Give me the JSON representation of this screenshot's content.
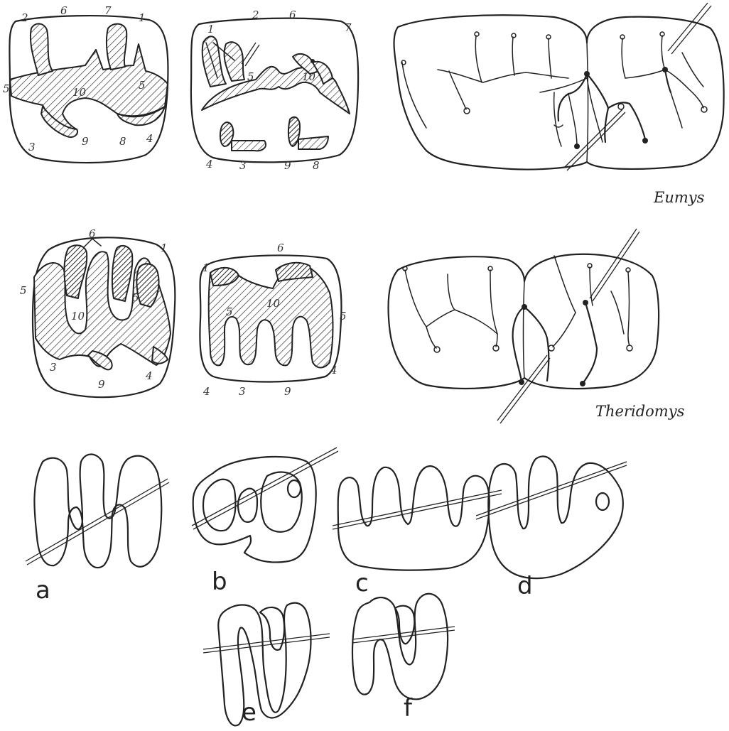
{
  "colors": {
    "ink": "#222222",
    "paper": "#ffffff"
  },
  "labels": {
    "eumys": "Eumys",
    "theridomys": "Theridomys"
  },
  "eumys_upper": [
    "2",
    "6",
    "7",
    "1",
    "5",
    "5",
    "10",
    "3",
    "9",
    "8",
    "4"
  ],
  "eumys_lower": [
    "1",
    "2",
    "6",
    "7",
    "5",
    "10",
    "4",
    "3",
    "9",
    "8"
  ],
  "therid_upper": [
    "6",
    "1",
    "5",
    "10",
    "5",
    "3",
    "9",
    "4"
  ],
  "therid_lower": [
    "1",
    "6",
    "10",
    "5",
    "5",
    "4",
    "4",
    "3",
    "9"
  ],
  "patterns": [
    "a",
    "b",
    "c",
    "d",
    "e",
    "f"
  ]
}
